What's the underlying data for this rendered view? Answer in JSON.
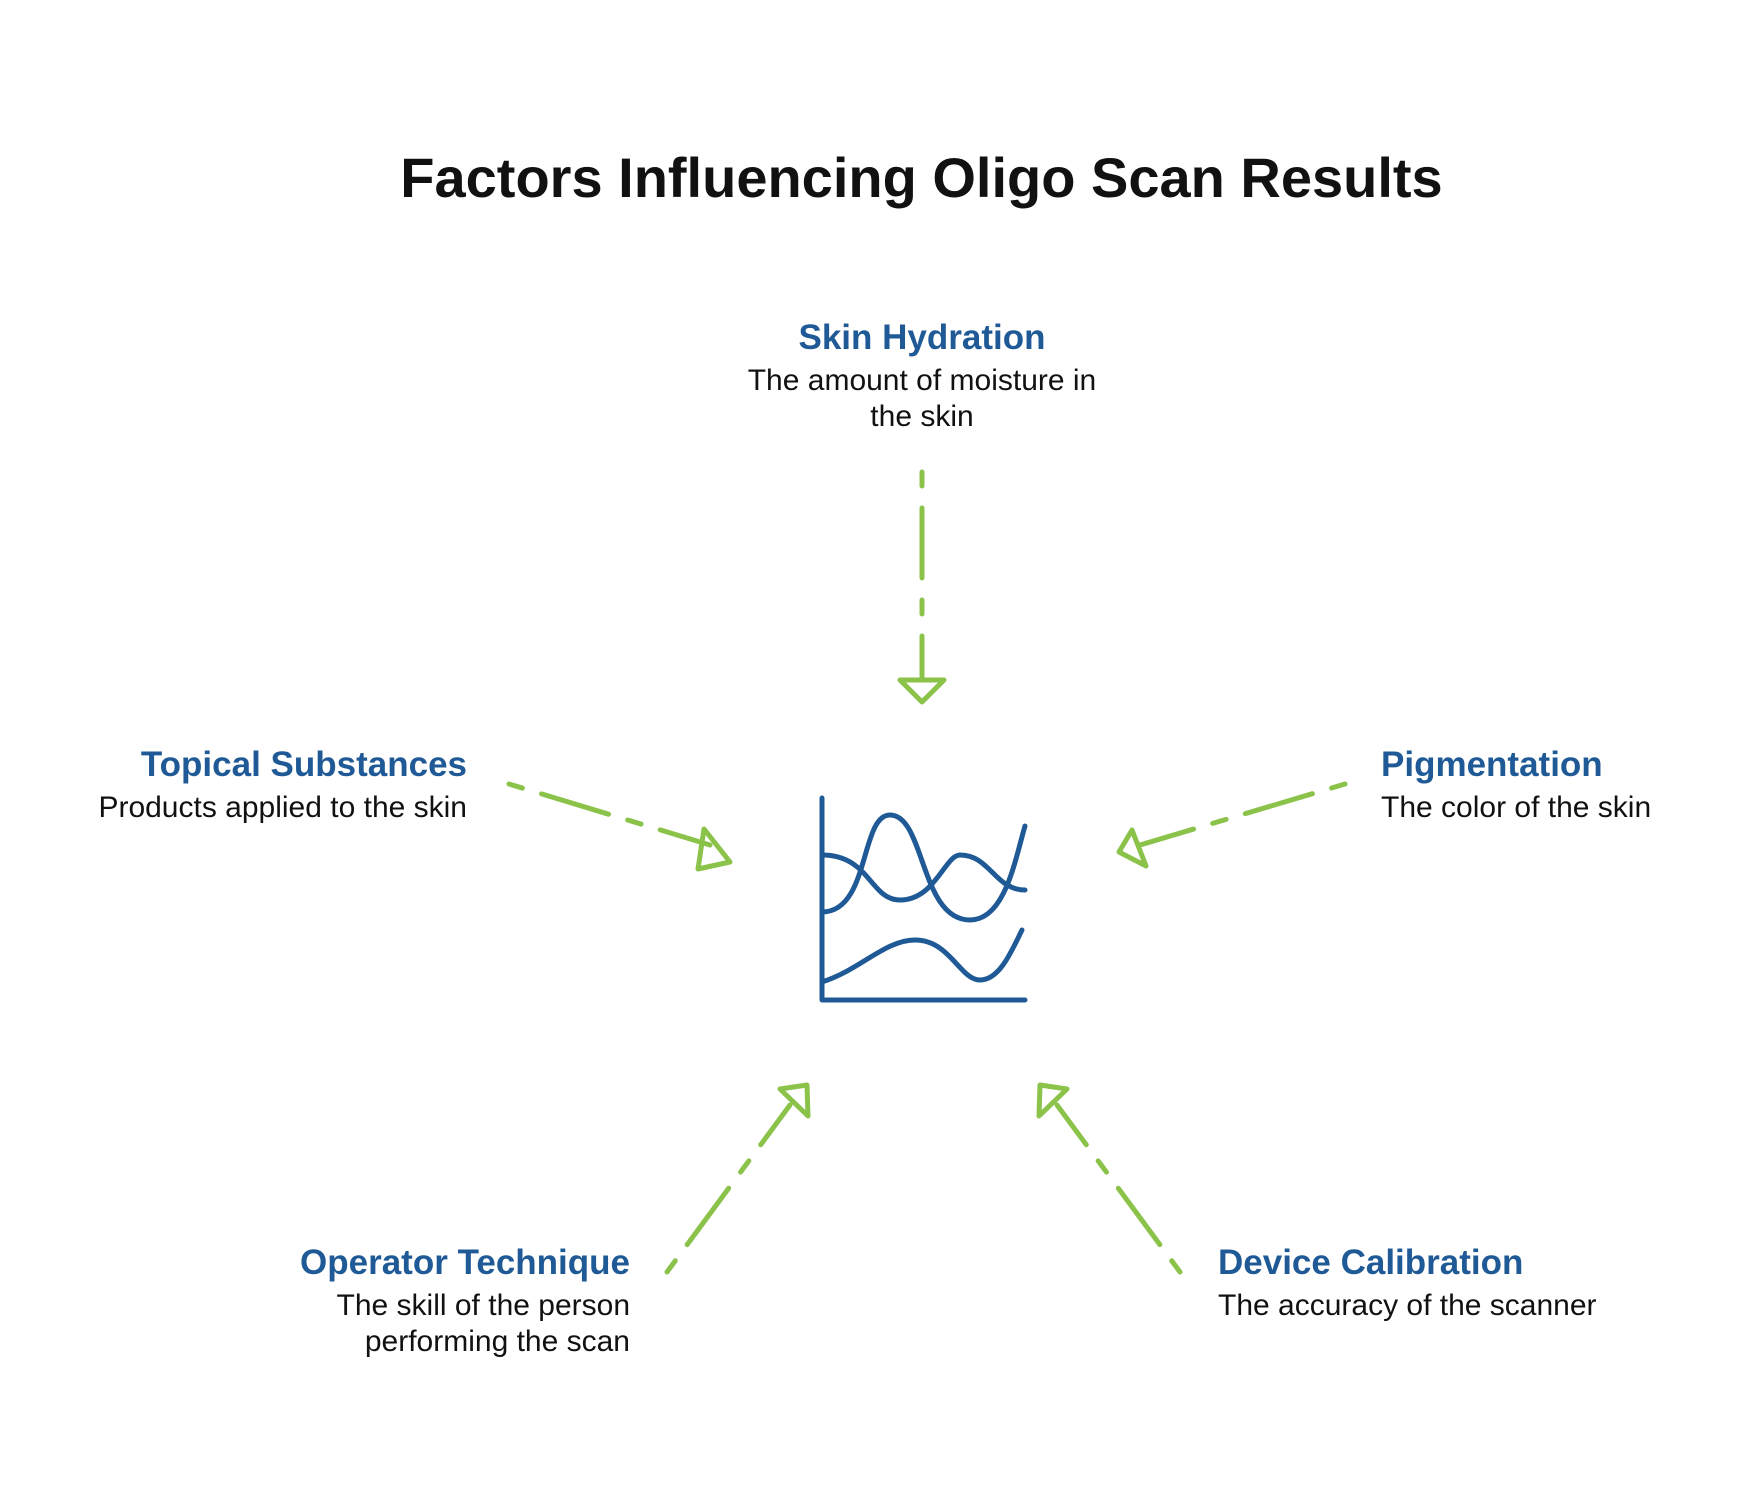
{
  "title": "Factors Influencing Oligo Scan Results",
  "center_icon": "line-chart-icon",
  "colors": {
    "heading": "#1f5a96",
    "text": "#111111",
    "arrow": "#8bc34a",
    "icon": "#1f5a96"
  },
  "factors": [
    {
      "name": "Skin Hydration",
      "description_lines": [
        "The amount of moisture in",
        "the skin"
      ]
    },
    {
      "name": "Topical Substances",
      "description_lines": [
        "Products applied to the skin"
      ]
    },
    {
      "name": "Pigmentation",
      "description_lines": [
        "The color of the skin"
      ]
    },
    {
      "name": "Operator Technique",
      "description_lines": [
        "The skill of the person",
        "performing the scan"
      ]
    },
    {
      "name": "Device Calibration",
      "description_lines": [
        "The accuracy of the scanner"
      ]
    }
  ]
}
